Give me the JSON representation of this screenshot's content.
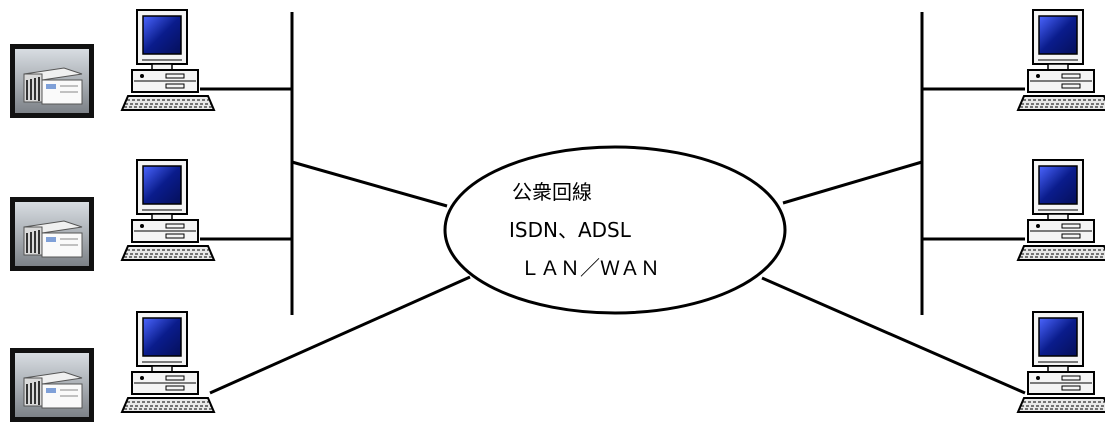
{
  "network": {
    "line1": "公衆回線",
    "line2": "ISDN、ADSL",
    "line3": "ＬＡＮ／ＷＡＮ"
  },
  "nodes": {
    "left_controllers": 3,
    "left_computers": 3,
    "right_computers": 3
  },
  "colors": {
    "line": "#000000",
    "screen": "#0a1c8c",
    "screen_highlight": "#5f78ff",
    "computer_body": "#f4f4f4"
  }
}
